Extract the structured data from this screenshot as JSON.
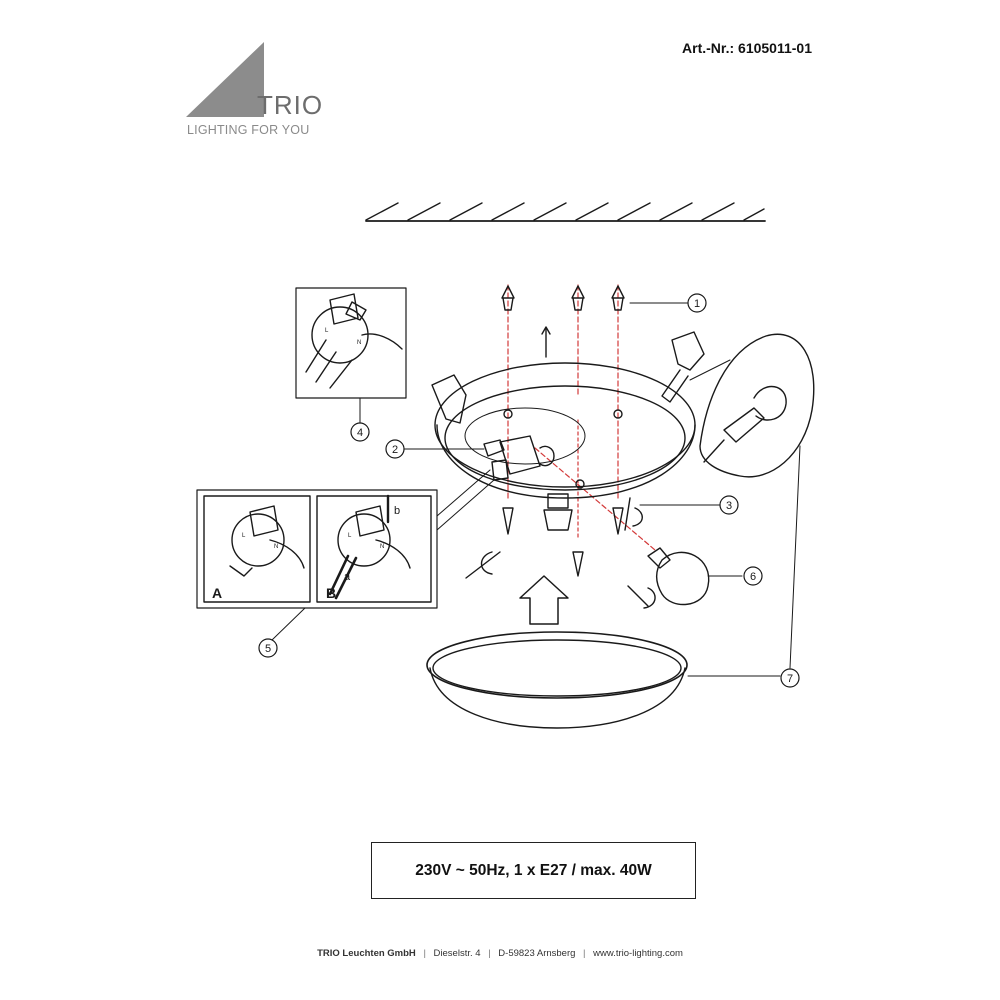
{
  "header": {
    "logo_word": "TRIO",
    "logo_tagline": "LIGHTING FOR YOU",
    "logo_color": "#6d6d6d",
    "article_number": "Art.-Nr.: 6105011-01"
  },
  "callouts": {
    "n1": "1",
    "n2": "2",
    "n3": "3",
    "n4": "4",
    "n5": "5",
    "n6": "6",
    "n7": "7"
  },
  "inset_labels": {
    "panel_a": "A",
    "panel_b": "B",
    "wire_a": "a",
    "wire_b": "b",
    "live": "L",
    "neutral": "N"
  },
  "spec": "230V ~ 50Hz, 1 x E27 / max. 40W",
  "footer": {
    "company": "TRIO Leuchten GmbH",
    "street": "Dieselstr. 4",
    "city": "D-59823 Arnsberg",
    "website": "www.trio-lighting.com",
    "separator": "|"
  },
  "icons": [
    "logo-triangle-icon",
    "wall-plug-icon",
    "screw-icon",
    "rotate-icon",
    "arrow-up-icon",
    "light-bulb-icon",
    "lamp-socket-icon",
    "terminal-block-icon"
  ],
  "colors": {
    "line": "#1a1a1a",
    "guide_red": "#d33a3a",
    "spec_border": "#222222"
  }
}
